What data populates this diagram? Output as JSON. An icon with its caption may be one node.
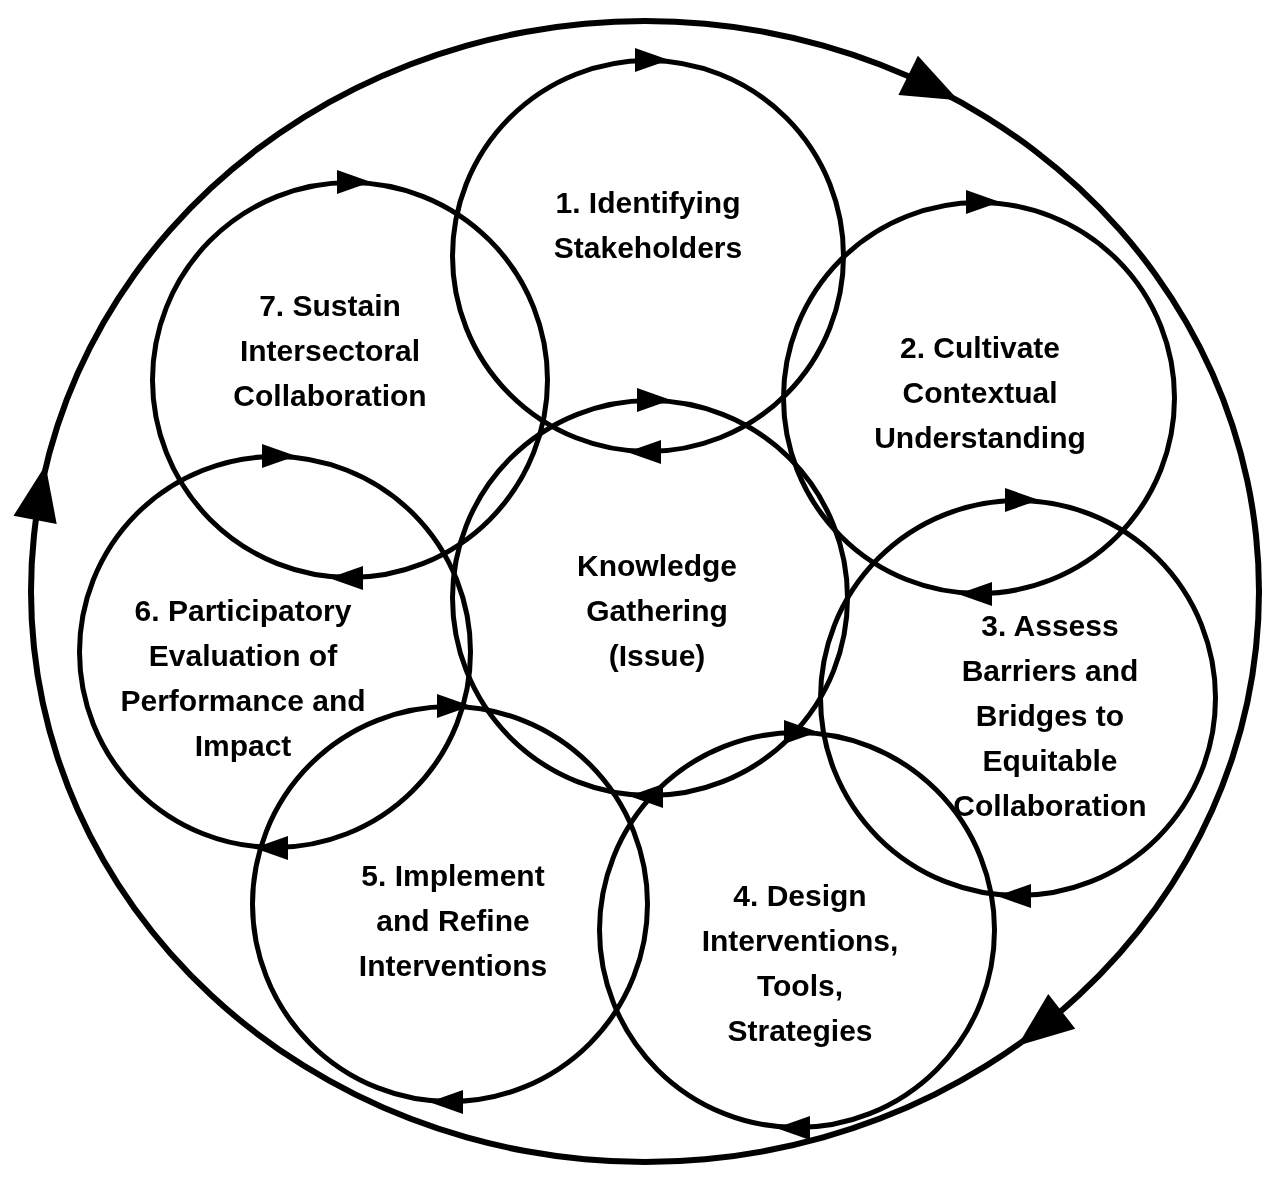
{
  "diagram": {
    "nodes": [
      {
        "text": [],
        "shape": "circle"
      },
      {
        "text": [
          "1. Identifying Stakeholders"
        ],
        "in": 0
      },
      {
        "text": [
          "7. Sustain Intersectoral Collaboration"
        ],
        "in": 0
      },
      {
        "text": [
          "2. Cultivate Contextual Understanding"
        ],
        "in": 0
      },
      {
        "text": [
          "Knowledge Gathering (Issue)"
        ],
        "in": 0
      },
      {
        "text": [
          "6. Participatory Evaluation of Performance and Impact"
        ],
        "in": 0
      },
      {
        "text": [
          "3. Assess Barriers and Bridges to Equitable Collaboration"
        ],
        "in": 0
      },
      {
        "text": [
          "5. Implement and Refine Interventions"
        ],
        "in": 0
      },
      {
        "text": [
          "4. Design Interventions, Tools, Strategies"
        ],
        "in": 0
      }
    ]
  }
}
